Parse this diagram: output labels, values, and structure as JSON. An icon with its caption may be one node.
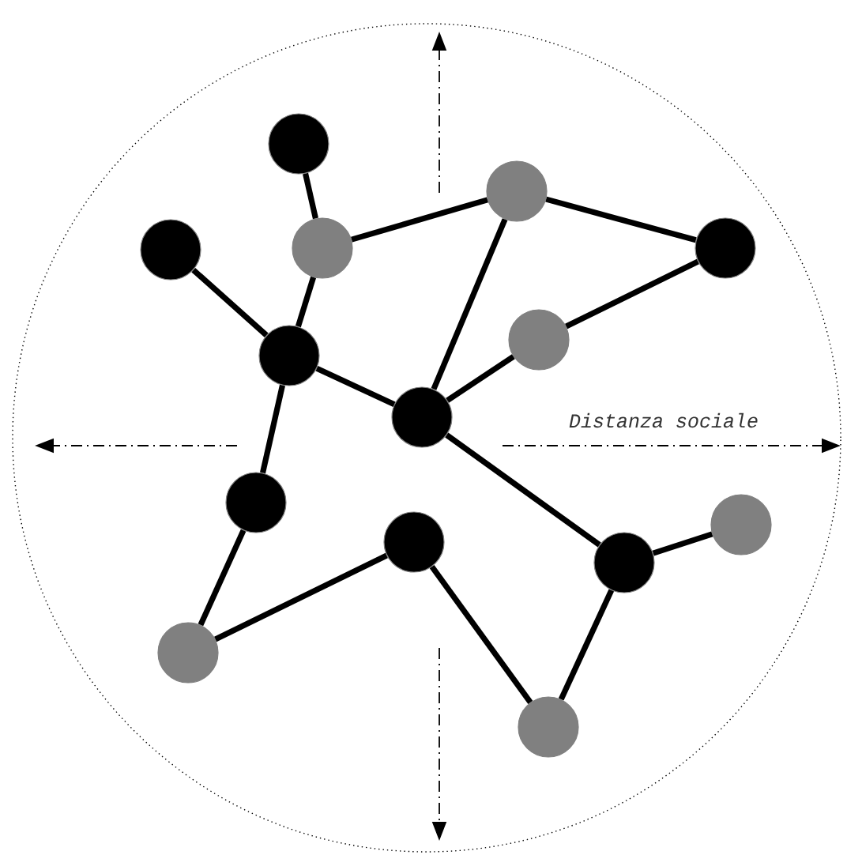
{
  "diagram": {
    "nodes": [
      {
        "text": [],
        "shape": "circle"
      },
      {
        "text": [],
        "shape": "circle"
      },
      {
        "text": [],
        "shape": "circle"
      },
      {
        "text": [],
        "shape": "circle"
      },
      {
        "text": [],
        "shape": "circle"
      },
      {
        "text": [],
        "shape": "circle"
      },
      {
        "text": [],
        "shape": "circle"
      },
      {
        "text": [],
        "shape": "circle"
      },
      {
        "text": [],
        "shape": "circle"
      },
      {
        "text": [],
        "shape": "circle"
      },
      {
        "text": [],
        "shape": "circle"
      },
      {
        "text": [],
        "shape": "circle"
      },
      {
        "text": [],
        "shape": "circle"
      },
      {
        "text": [],
        "shape": "circle"
      }
    ],
    "edges": [
      {
        "from": 0,
        "to": 3,
        "arrow": "none"
      },
      {
        "from": 3,
        "to": 1,
        "arrow": "none"
      },
      {
        "from": 1,
        "to": 4,
        "arrow": "none"
      },
      {
        "from": 3,
        "to": 6,
        "arrow": "none"
      },
      {
        "from": 2,
        "to": 6,
        "arrow": "none"
      },
      {
        "from": 6,
        "to": 7,
        "arrow": "none"
      },
      {
        "from": 1,
        "to": 7,
        "arrow": "none"
      },
      {
        "from": 7,
        "to": 5,
        "arrow": "none"
      },
      {
        "from": 5,
        "to": 4,
        "arrow": "none"
      },
      {
        "from": 6,
        "to": 8,
        "arrow": "none"
      },
      {
        "from": 8,
        "to": 12,
        "arrow": "none"
      },
      {
        "from": 12,
        "to": 10,
        "arrow": "none"
      },
      {
        "from": 10,
        "to": 13,
        "arrow": "none"
      },
      {
        "from": 13,
        "to": 11,
        "arrow": "none"
      },
      {
        "from": 11,
        "to": 9,
        "arrow": "none"
      },
      {
        "from": 7,
        "to": 11,
        "arrow": "none"
      }
    ],
    "labels": [
      "Distanza sociale"
    ]
  }
}
